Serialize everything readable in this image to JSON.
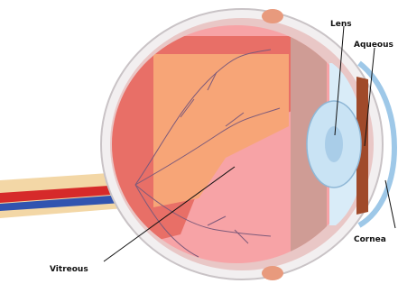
{
  "labels": {
    "lens": "Lens",
    "aqueous": "Aqueous",
    "cornea": "Cornea",
    "vitreous": "Vitreous"
  },
  "colors": {
    "sclera": "#f2eff0",
    "choroid_outline": "#c7a8b0",
    "retina_red": "#e86f67",
    "vitreous_orange": "#f7a577",
    "vitreous_pink": "#f7a3a6",
    "lens_blue": "#c9e3f4",
    "cornea_blue": "#d9ecf8",
    "iris_brown": "#a04a2a",
    "nerve_tan": "#f3d7a6",
    "artery_red": "#d62a2a",
    "vein_blue": "#3154b0"
  }
}
